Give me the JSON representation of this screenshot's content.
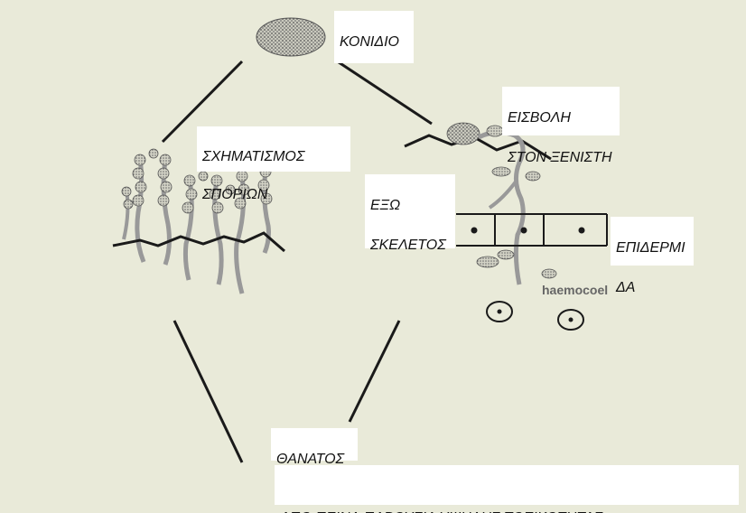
{
  "labels": {
    "conidio": "ΚΟΝΙΔΙΟ",
    "sporulation_line1": "ΣΧΗΜΑΤΙΣΜΟΣ",
    "sporulation_line2": "ΣΠΟΡΙΩΝ",
    "invasion_line1": "ΕΙΣΒΟΛΗ",
    "invasion_line2": "ΣΤΟΝ ΞΕΝΙΣΤΗ",
    "exoskeleton_line1": "ΕΞΩ",
    "exoskeleton_line2": "ΣΚΕΛΕΤΟΣ",
    "epidermis_line1": "ΕΠΙΔΕΡΜΙ",
    "epidermis_line2": "ΔΑ",
    "haemocoel": "haemocoel",
    "death": "ΘΑΝΑΤΟΣ",
    "cause": "ΑΠΟ ΠΕΙΝΑ,ΠΑΡΟΥΣΙΑ ΥΨΗΛΗΣ ΤΟΞΙΚΟΤΗΤΑΣ"
  },
  "colors": {
    "background": "#e9ead9",
    "line": "#1a1a1a",
    "fungus": "#8a8a80",
    "label_box": "#ffffff"
  }
}
